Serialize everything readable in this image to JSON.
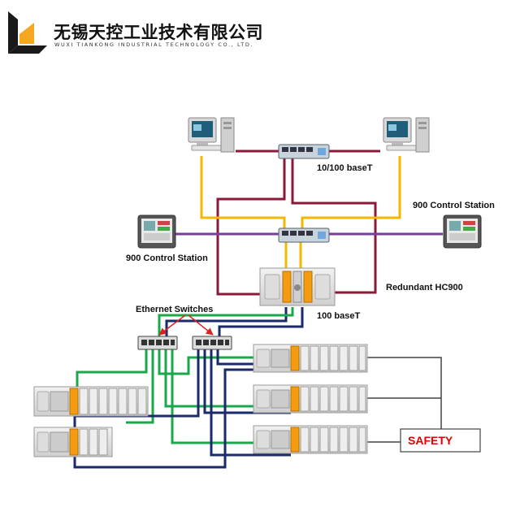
{
  "header": {
    "company_cn": "无锡天控工业技术有限公司",
    "company_en": "WUXI TIANKONG INDUSTRIAL TECHNOLOGY CO., LTD."
  },
  "labels": {
    "baseT_10_100": "10/100 baseT",
    "control_station_right": "900 Control Station",
    "control_station_left": "900 Control Station",
    "redundant": "Redundant HC900",
    "baseT_100": "100 baseT",
    "ethernet_switches": "Ethernet Switches",
    "safety": "SAFETY"
  },
  "colors": {
    "maroon_cable": "#8b1a3a",
    "yellow_cable": "#f5b800",
    "purple_cable": "#7a3d9a",
    "green_cable": "#1aa84a",
    "navy_cable": "#1a2a6b",
    "gray_cable": "#444444",
    "red_arrow": "#e02020",
    "safety_red": "#e00000"
  },
  "icons": [
    "logo-mark",
    "pc-workstation-icon",
    "hmi-panel-icon",
    "ethernet-switch-icon",
    "hc900-rack-icon",
    "io-rack-icon"
  ]
}
